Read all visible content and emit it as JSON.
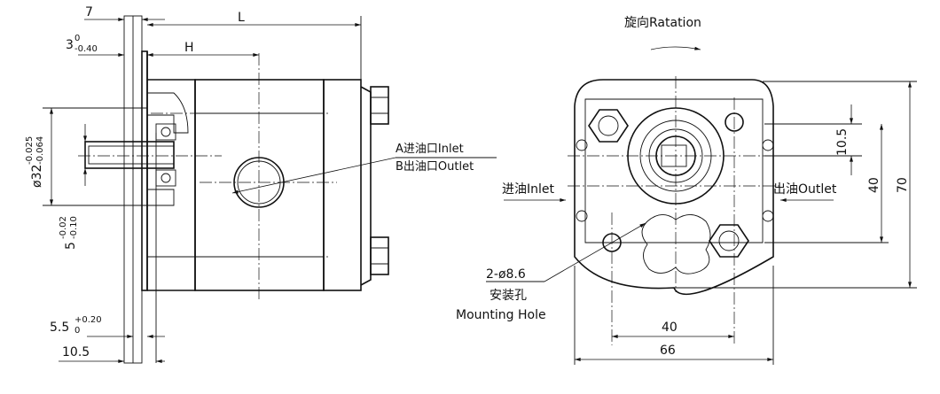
{
  "colors": {
    "line": "#111111",
    "background": "#ffffff"
  },
  "left_view": {
    "dim_7": "7",
    "dim_L": "L",
    "dim_H": "H",
    "tol_3_base": "3",
    "tol_3_upper": "0",
    "tol_3_lower": "-0.40",
    "dia32_text": "ø32",
    "dia32_upper": "-0.025",
    "dia32_lower": "-0.064",
    "dim5_base": "5",
    "dim5_upper": "-0.02",
    "dim5_lower": "-0.10",
    "dim55_base": "5.5",
    "dim55_upper": "+0.20",
    "dim55_lower": "0",
    "dim_105": "10.5",
    "inlet_label": "A进油口Inlet",
    "outlet_label": "B出油口Outlet"
  },
  "right_view": {
    "rotation_label": "旋向Ratation",
    "inlet_label": "进油Inlet",
    "outlet_label": "出油Outlet",
    "dim_105": "10.5",
    "dim_40v": "40",
    "dim_70": "70",
    "hole_spec": "2-ø8.6",
    "hole_cn": "安装孔",
    "hole_en": "Mounting Hole",
    "dim_40h": "40",
    "dim_66": "66"
  }
}
